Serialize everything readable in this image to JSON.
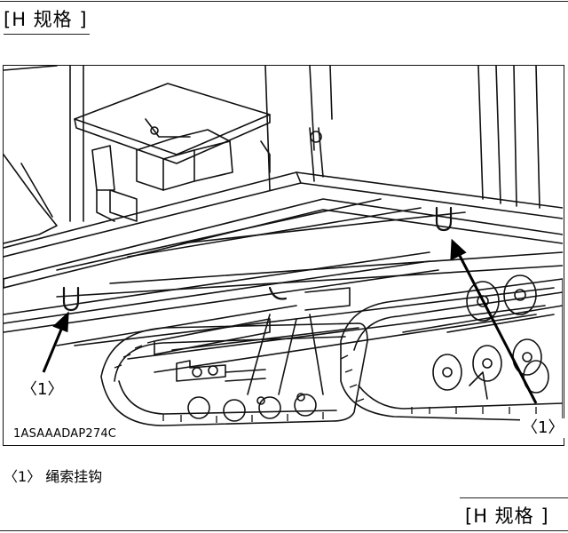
{
  "header": {
    "spec_label": "[H 规格 ]"
  },
  "figure": {
    "code": "1ASAAADAP274C",
    "callouts": [
      "〈1〉",
      "〈1〉"
    ]
  },
  "caption": "〈1〉 绳索挂钩",
  "footer": {
    "spec_label": "[H 规格 ]"
  }
}
